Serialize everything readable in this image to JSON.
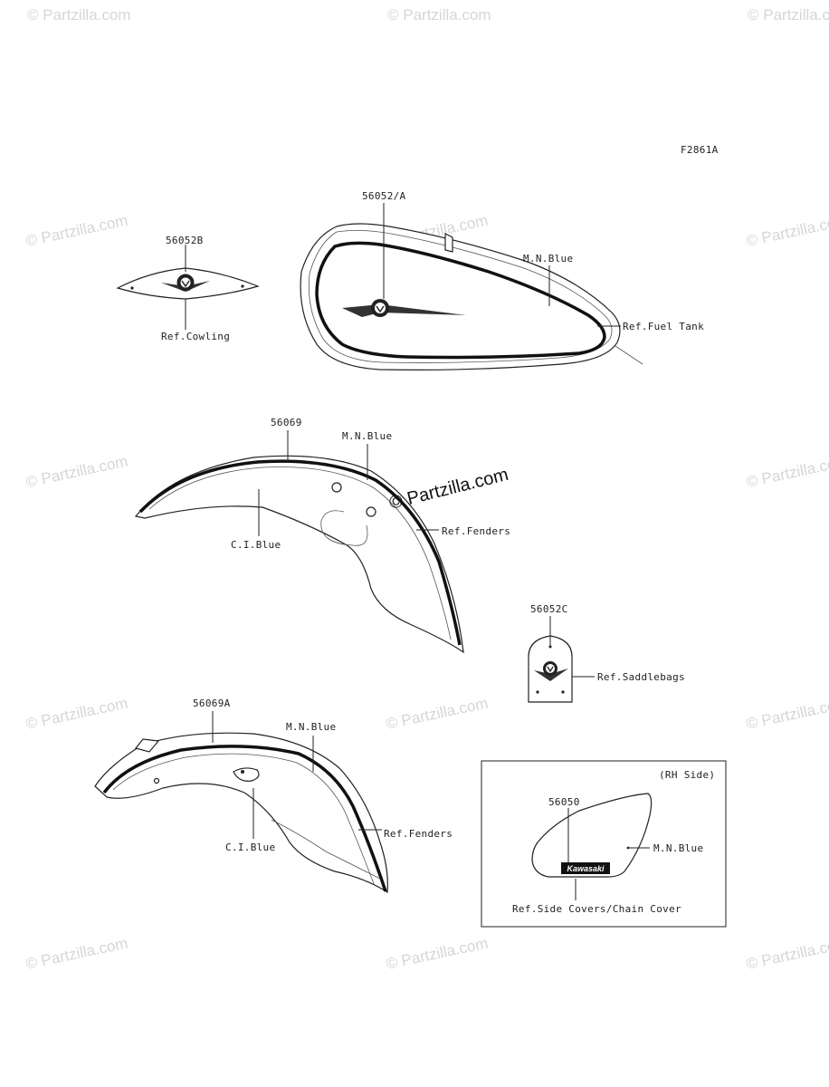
{
  "diagram_id": "F2861A",
  "watermark_text": "© Partzilla.com",
  "center_watermark": "© Partzilla.com",
  "parts": {
    "emblem_cowling": {
      "number": "56052B",
      "ref": "Ref.Cowling"
    },
    "emblem_tank": {
      "number": "56052/A",
      "color": "M.N.Blue",
      "ref": "Ref.Fuel Tank"
    },
    "front_fender_stripe": {
      "number": "56069",
      "color_top": "M.N.Blue",
      "color_body": "C.I.Blue",
      "ref": "Ref.Fenders"
    },
    "emblem_saddlebags": {
      "number": "56052C",
      "ref": "Ref.Saddlebags"
    },
    "rear_fender_stripe": {
      "number": "56069A",
      "color_top": "M.N.Blue",
      "color_body": "C.I.Blue",
      "ref": "Ref.Fenders"
    },
    "side_cover_box": {
      "header": "(RH Side)",
      "number": "56050",
      "color": "M.N.Blue",
      "ref": "Ref.Side Covers/Chain Cover",
      "badge_text": "Kawasaki"
    }
  }
}
